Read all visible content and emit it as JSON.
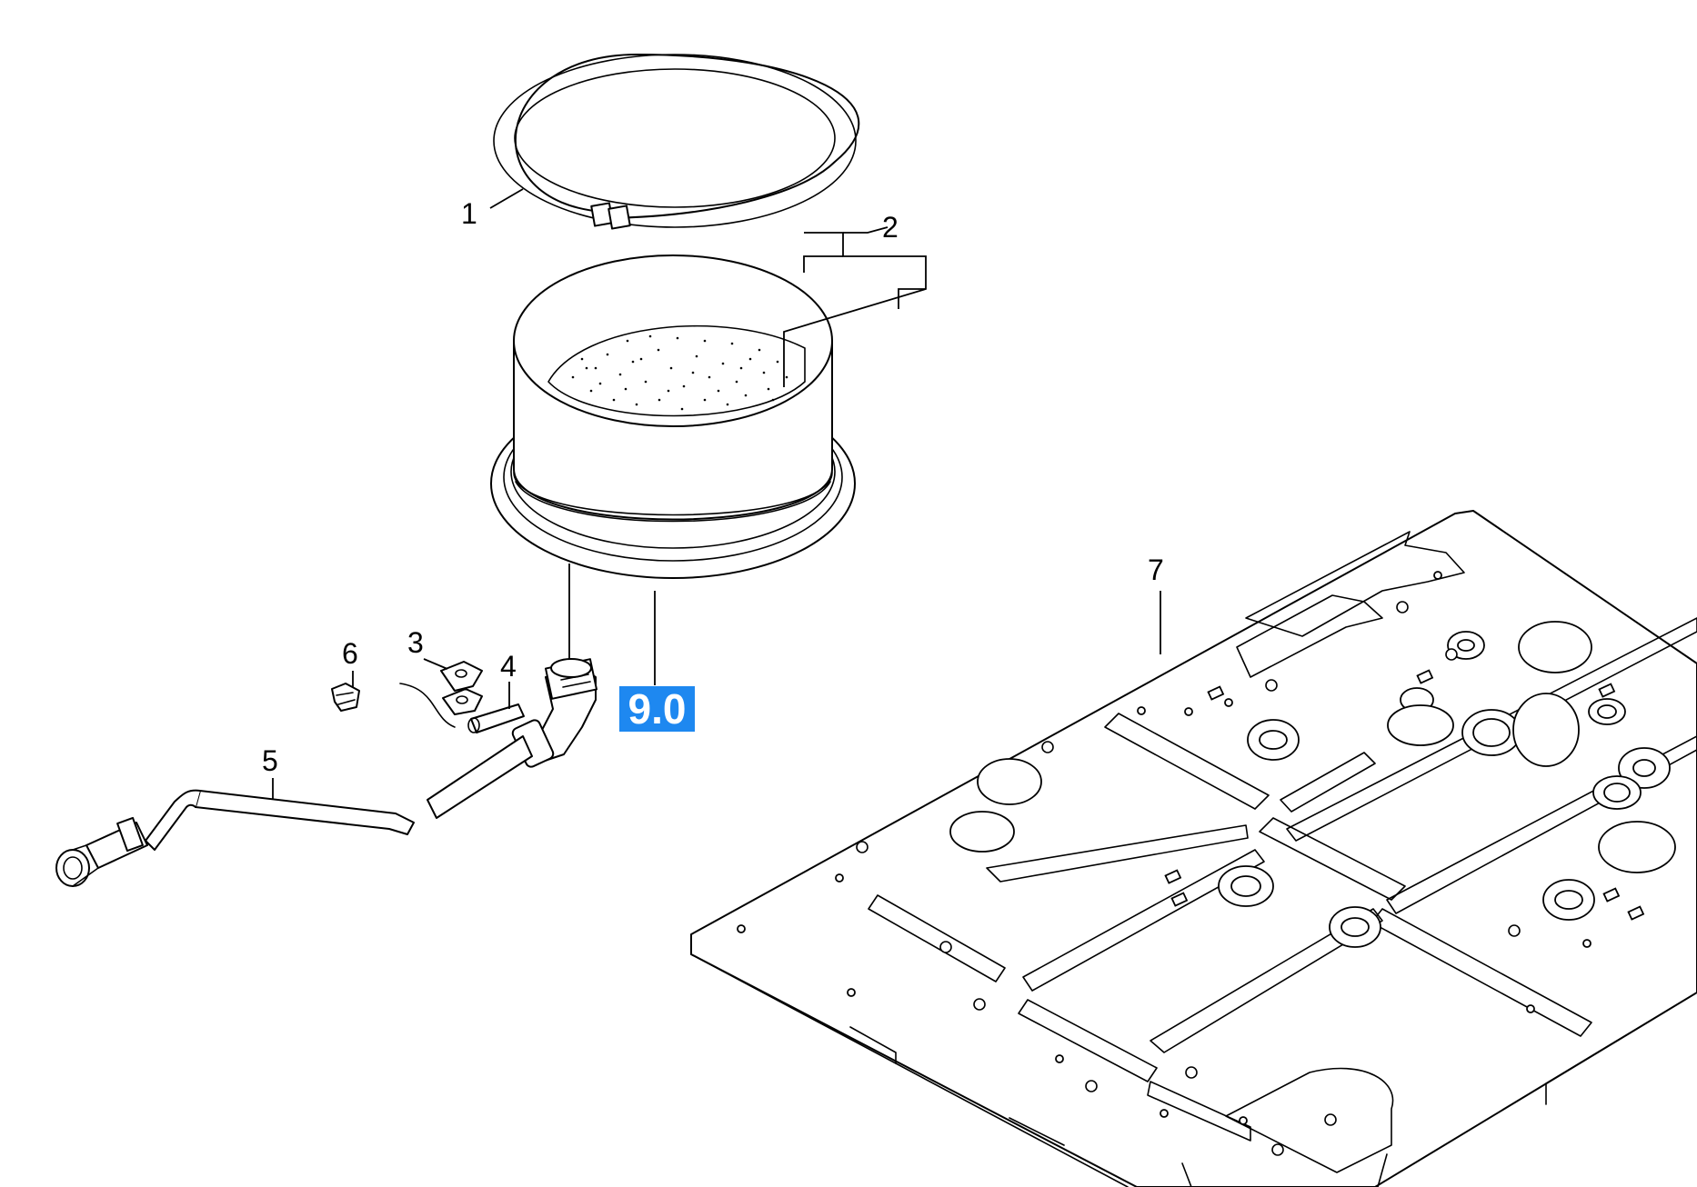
{
  "callouts": [
    {
      "id": "1",
      "label": "1"
    },
    {
      "id": "2",
      "label": "2"
    },
    {
      "id": "3",
      "label": "3"
    },
    {
      "id": "4",
      "label": "4"
    },
    {
      "id": "5",
      "label": "5"
    },
    {
      "id": "6",
      "label": "6"
    },
    {
      "id": "7",
      "label": "7"
    }
  ],
  "highlight": {
    "label": "9.0",
    "color": "#1e88f0",
    "text_color": "#ffffff"
  },
  "icons": [
    "ring-seal-icon",
    "filter-basket-icon",
    "clamp-icon",
    "sleeve-icon",
    "hose-icon",
    "clip-icon",
    "base-plate-icon"
  ]
}
